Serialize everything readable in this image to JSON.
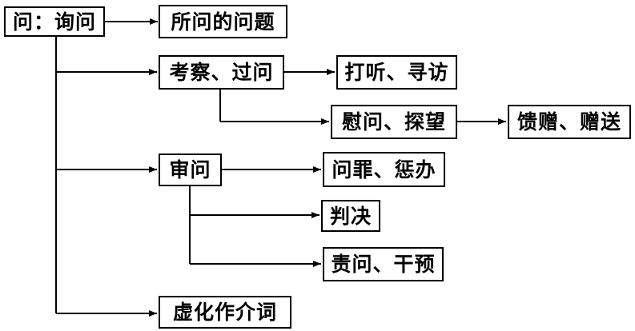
{
  "nodes": {
    "root": "问：询问",
    "question": "所问的问题",
    "inspect": "考察、过问",
    "inquire": "打听、寻访",
    "console": "慰问、探望",
    "gift": "馈赠、赠送",
    "interrogate": "审问",
    "accuse": "问罪、惩办",
    "judge": "判决",
    "reprove": "责问、干预",
    "preposition": "虚化作介词"
  }
}
